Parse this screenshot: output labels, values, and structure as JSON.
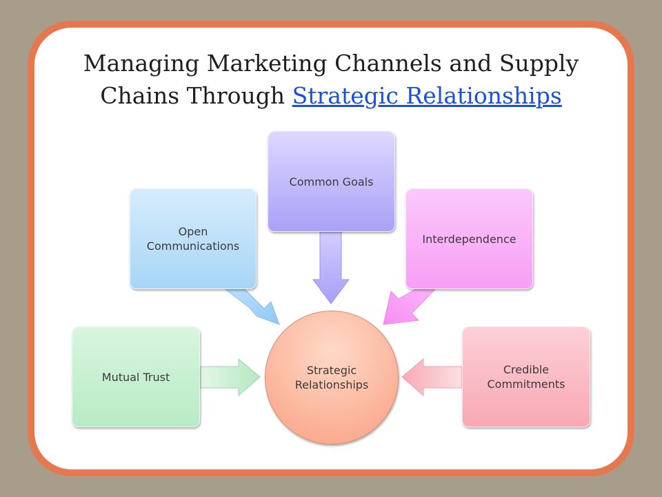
{
  "title": {
    "line1": "Managing Marketing Channels and Supply",
    "line2_prefix": "Chains Through ",
    "line2_link": "Strategic Relationships"
  },
  "diagram": {
    "center": "Strategic Relationships",
    "nodes": {
      "mutual_trust": "Mutual Trust",
      "open_communications": "Open Communications",
      "common_goals": "Common Goals",
      "interdependence": "Interdependence",
      "credible_commitments": "Credible Commitments"
    }
  },
  "colors": {
    "frame": "#e5784f",
    "link": "#1a4fd6",
    "mutual_trust": "#b8ebc4",
    "open_communications": "#a8d5f7",
    "common_goals": "#a9a1f8",
    "interdependence": "#f79ff5",
    "credible_commitments": "#f8a8b4",
    "center": "#fbb196"
  }
}
